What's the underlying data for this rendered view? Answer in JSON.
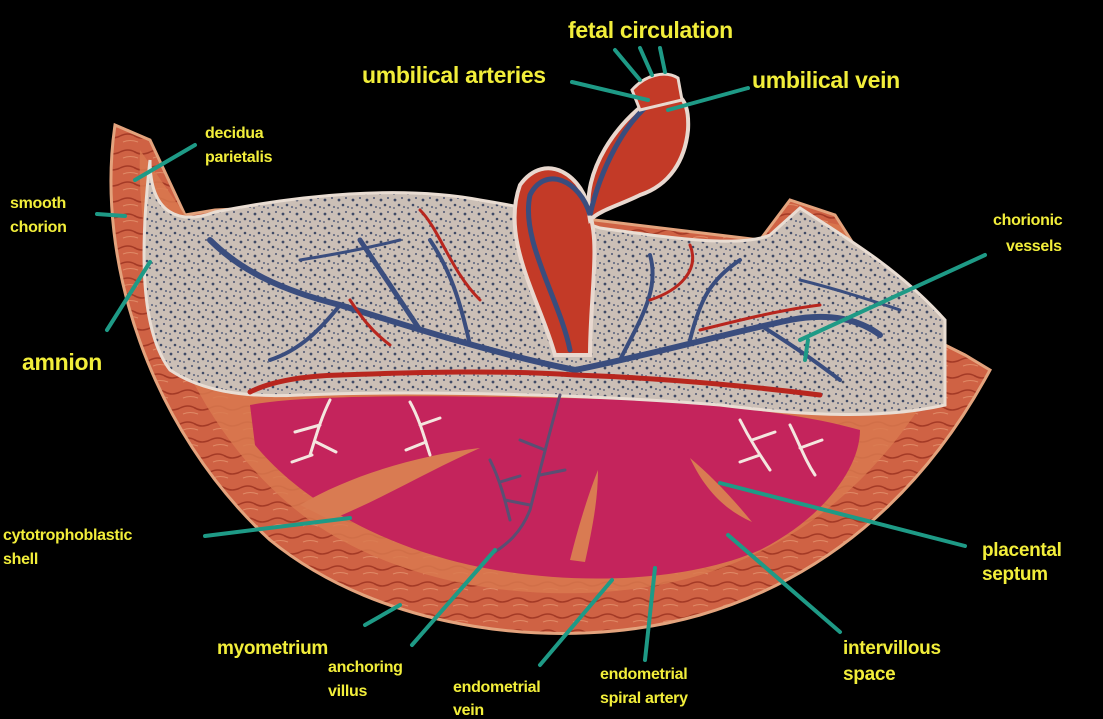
{
  "labels": {
    "fetal_circulation": "fetal circulation",
    "umbilical_arteries": "umbilical arteries",
    "umbilical_vein": "umbilical vein",
    "decidua_parietalis_1": "decidua",
    "decidua_parietalis_2": "parietalis",
    "smooth_chorion_1": "smooth",
    "smooth_chorion_2": "chorion",
    "amnion": "amnion",
    "chorionic_vessels_1": "chorionic",
    "chorionic_vessels_2": "vessels",
    "cytotrophoblastic_shell_1": "cytotrophoblastic",
    "cytotrophoblastic_shell_2": "shell",
    "placental_septum_1": "placental",
    "placental_septum_2": "septum",
    "intervillous_space_1": "intervillous",
    "intervillous_space_2": "space",
    "myometrium": "myometrium",
    "anchoring_villus_1": "anchoring",
    "anchoring_villus_2": "villus",
    "endometrial_vein_1": "endometrial",
    "endometrial_vein_2": "vein",
    "endometrial_spiral_artery_1": "endometrial",
    "endometrial_spiral_artery_2": "spiral artery"
  },
  "colors": {
    "background": "#000000",
    "label_text": "#f2ee3a",
    "leader_line": "#1e9a86",
    "myometrium": "#c9573e",
    "chorionic_plate": "#cfc2b8",
    "intervillous_space": "#c4245c",
    "vein": "#3a4d7e",
    "artery": "#b8261e"
  }
}
